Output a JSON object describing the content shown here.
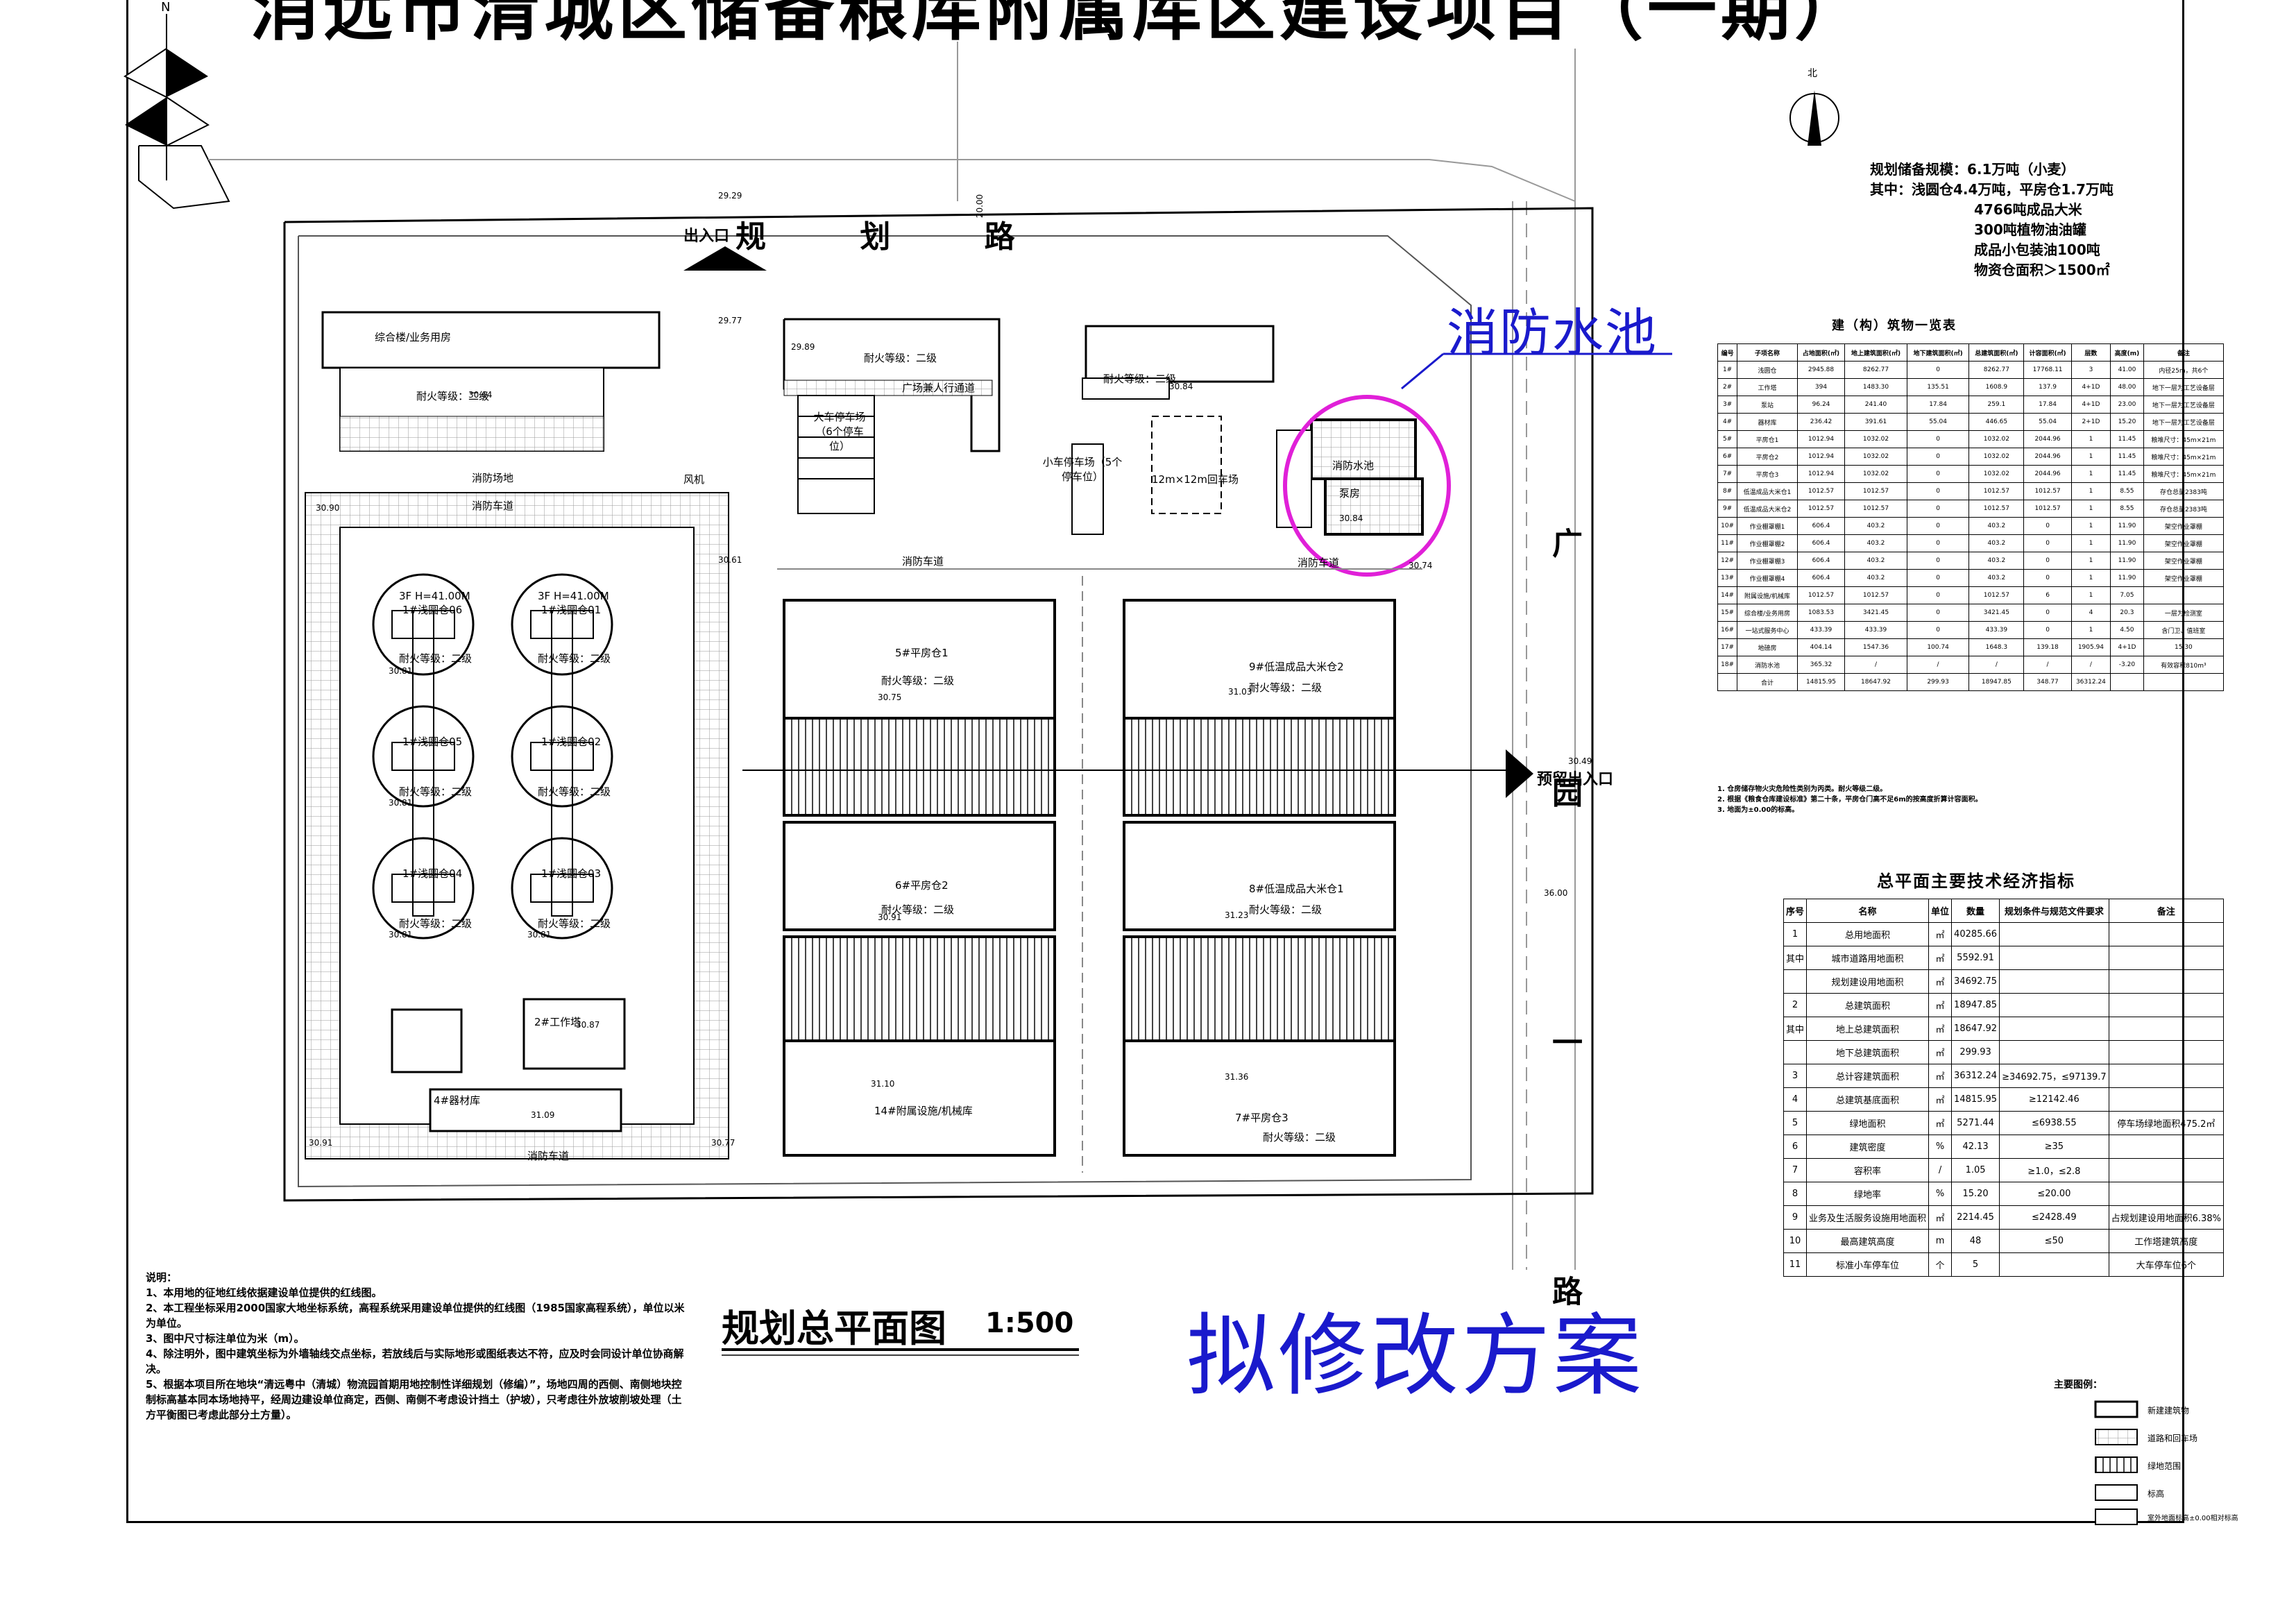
{
  "document": {
    "title_cut": "消远市清城区储备粮库附属库区建设项目（一期）",
    "north_label": "N",
    "north_small": "北"
  },
  "capacity_notes": [
    "规划储备规模：6.1万吨（小麦）",
    "其中：浅圆仓4.4万吨，平房仓1.7万吨",
    "4766吨成品大米",
    "300吨植物油油罐",
    "成品小包装油100吨",
    "物资仓面积＞1500㎡"
  ],
  "roads": {
    "top": "规 划 路",
    "right": "广 园 一 路",
    "entrance_top": "出入口",
    "entrance_right": "预留出入口"
  },
  "callouts": {
    "fire_pool": "消防水池",
    "draft_plan": "拟修改方案",
    "plan_title": "规划总平面图",
    "plan_scale": "1:500"
  },
  "plan_labels": {
    "fire_lane": "消防车道",
    "fire_site": "消防场地",
    "fire_level": "耐火等级：二级",
    "parking_large": "大车停车场（6个停车位）",
    "parking_small": "小车停车场（5个停车位）",
    "plaza": "广场兼人行通道",
    "loop": "12m×12m回车场",
    "silo_01": "1#浅圆仓01",
    "silo_02": "1#浅圆仓02",
    "silo_03": "1#浅圆仓03",
    "silo_04": "1#浅圆仓04",
    "silo_05": "1#浅圆仓05",
    "silo_06": "1#浅圆仓06",
    "silo_height": "3F H=41.00M",
    "wh_5": "5#平房仓1",
    "wh_6": "6#平房仓2",
    "wh_7": "7#平房仓3",
    "wh_8": "8#低温成品大米仓1",
    "wh_9": "9#低温成品大米仓2",
    "wh_14": "14#附属设施/机械库",
    "bld_office": "综合楼/业务用房",
    "bld_2": "2#工作塔",
    "bld_4": "4#器材库",
    "bld_pool": "消防水池",
    "bld_pump": "泵房",
    "fan": "风机",
    "elev": [
      "29.29",
      "20.00",
      "29.77",
      "29.89",
      "30.84",
      "30.64",
      "30.90",
      "30.61",
      "30.74",
      "30.75",
      "31.03",
      "30.81",
      "30.81",
      "30.81",
      "30.81",
      "30.87",
      "31.09",
      "30.77",
      "30.91",
      "30.91",
      "31.23",
      "31.10",
      "31.36",
      "30.49",
      "36.00",
      "30.84"
    ]
  },
  "building_table": {
    "title": "建（构）筑物一览表",
    "headers": [
      "编号",
      "子项名称",
      "占地面积(㎡)",
      "地上建筑面积(㎡)",
      "地下建筑面积(㎡)",
      "总建筑面积(㎡)",
      "计容面积(㎡)",
      "层数",
      "高度(m)",
      "备注"
    ],
    "rows": [
      [
        "1#",
        "浅圆仓",
        "2945.88",
        "8262.77",
        "0",
        "8262.77",
        "17768.11",
        "3",
        "41.00",
        "内径25m，共6个"
      ],
      [
        "2#",
        "工作塔",
        "394",
        "1483.30",
        "135.51",
        "1608.9",
        "137.9",
        "4+1D",
        "48.00",
        "地下一层为工艺设备层"
      ],
      [
        "3#",
        "泵站",
        "96.24",
        "241.40",
        "17.84",
        "259.1",
        "17.84",
        "4+1D",
        "23.00",
        "地下一层为工艺设备层"
      ],
      [
        "4#",
        "器材库",
        "236.42",
        "391.61",
        "55.04",
        "446.65",
        "55.04",
        "2+1D",
        "15.20",
        "地下一层为工艺设备层"
      ],
      [
        "5#",
        "平房仓1",
        "1012.94",
        "1032.02",
        "0",
        "1032.02",
        "2044.96",
        "1",
        "11.45",
        "粮堆尺寸：45m×21m"
      ],
      [
        "6#",
        "平房仓2",
        "1012.94",
        "1032.02",
        "0",
        "1032.02",
        "2044.96",
        "1",
        "11.45",
        "粮堆尺寸：45m×21m"
      ],
      [
        "7#",
        "平房仓3",
        "1012.94",
        "1032.02",
        "0",
        "1032.02",
        "2044.96",
        "1",
        "11.45",
        "粮堆尺寸：45m×21m"
      ],
      [
        "8#",
        "低温成品大米仓1",
        "1012.57",
        "1012.57",
        "0",
        "1012.57",
        "1012.57",
        "1",
        "8.55",
        "存仓总量2383吨"
      ],
      [
        "9#",
        "低温成品大米仓2",
        "1012.57",
        "1012.57",
        "0",
        "1012.57",
        "1012.57",
        "1",
        "8.55",
        "存仓总量2383吨"
      ],
      [
        "10#",
        "作业棚罩棚1",
        "606.4",
        "403.2",
        "0",
        "403.2",
        "0",
        "1",
        "11.90",
        "架空作业罩棚"
      ],
      [
        "11#",
        "作业棚罩棚2",
        "606.4",
        "403.2",
        "0",
        "403.2",
        "0",
        "1",
        "11.90",
        "架空作业罩棚"
      ],
      [
        "12#",
        "作业棚罩棚3",
        "606.4",
        "403.2",
        "0",
        "403.2",
        "0",
        "1",
        "11.90",
        "架空作业罩棚"
      ],
      [
        "13#",
        "作业棚罩棚4",
        "606.4",
        "403.2",
        "0",
        "403.2",
        "0",
        "1",
        "11.90",
        "架空作业罩棚"
      ],
      [
        "14#",
        "附属设施/机械库",
        "1012.57",
        "1012.57",
        "0",
        "1012.57",
        "6",
        "1",
        "7.05",
        ""
      ],
      [
        "15#",
        "综合楼/业务用房",
        "1083.53",
        "3421.45",
        "0",
        "3421.45",
        "0",
        "4",
        "20.3",
        "一层为检测室"
      ],
      [
        "16#",
        "一站式服务中心",
        "433.39",
        "433.39",
        "0",
        "433.39",
        "0",
        "1",
        "4.50",
        "含门卫、值班室"
      ],
      [
        "17#",
        "地磅房",
        "404.14",
        "1547.36",
        "100.74",
        "1648.3",
        "139.18",
        "1905.94",
        "4+1D",
        "15.30"
      ],
      [
        "18#",
        "消防水池",
        "365.32",
        "/",
        "/",
        "/",
        "/",
        "/",
        "-3.20",
        "有效容积810m³"
      ],
      [
        "",
        "合计",
        "14815.95",
        "18647.92",
        "299.93",
        "18947.85",
        "348.77",
        "36312.24",
        "",
        ""
      ]
    ],
    "notes": [
      "1. 仓房储存物火灾危险性类别为丙类。耐火等级二级。",
      "2. 根据《粮食仓库建设标准》第二十条，平房仓门高不足6m的按高度折算计容面积。",
      "3. 地面为±0.00的标高。"
    ]
  },
  "tech_table": {
    "title": "总平面主要技术经济指标",
    "headers": [
      "序号",
      "名称",
      "单位",
      "数量",
      "规划条件与规范文件要求",
      "备注"
    ],
    "rows": [
      [
        "1",
        "总用地面积",
        "㎡",
        "40285.66",
        "",
        ""
      ],
      [
        "其中",
        "城市道路用地面积",
        "㎡",
        "5592.91",
        "",
        ""
      ],
      [
        "",
        "规划建设用地面积",
        "㎡",
        "34692.75",
        "",
        ""
      ],
      [
        "2",
        "总建筑面积",
        "㎡",
        "18947.85",
        "",
        ""
      ],
      [
        "其中",
        "地上总建筑面积",
        "㎡",
        "18647.92",
        "",
        ""
      ],
      [
        "",
        "地下总建筑面积",
        "㎡",
        "299.93",
        "",
        ""
      ],
      [
        "3",
        "总计容建筑面积",
        "㎡",
        "36312.24",
        "≥34692.75，≤97139.7",
        ""
      ],
      [
        "4",
        "总建筑基底面积",
        "㎡",
        "14815.95",
        "≥12142.46",
        ""
      ],
      [
        "5",
        "绿地面积",
        "㎡",
        "5271.44",
        "≤6938.55",
        "停车场绿地面积475.2㎡"
      ],
      [
        "6",
        "建筑密度",
        "%",
        "42.13",
        "≥35",
        ""
      ],
      [
        "7",
        "容积率",
        "/",
        "1.05",
        "≥1.0，≤2.8",
        ""
      ],
      [
        "8",
        "绿地率",
        "%",
        "15.20",
        "≤20.00",
        ""
      ],
      [
        "9",
        "业务及生活服务设施用地面积",
        "㎡",
        "2214.45",
        "≤2428.49",
        "占规划建设用地面积6.38%"
      ],
      [
        "10",
        "最高建筑高度",
        "m",
        "48",
        "≤50",
        "工作塔建筑高度"
      ],
      [
        "11",
        "标准小车停车位",
        "个",
        "5",
        "",
        "大车停车位6个"
      ]
    ]
  },
  "general_notes": {
    "heading": "说明：",
    "lines": [
      "1、本用地的征地红线依据建设单位提供的红线图。",
      "2、本工程坐标采用2000国家大地坐标系统，高程系统采用建设单位提供的红线图（1985国家高程系统），单位以米为单位。",
      "3、图中尺寸标注单位为米（m）。",
      "4、除注明外，图中建筑坐标为外墙轴线交点坐标，若放线后与实际地形或图纸表达不符，应及时会同设计单位协商解决。",
      "5、根据本项目所在地块“清远粤中（清城）物流园首期用地控制性详细规划（修编）”，场地四周的西侧、南侧地块控制标高基本同本场地持平，经周边建设单位商定，西侧、南侧不考虑设计挡土（护坡），只考虑往外放坡削坡处理（土方平衡图已考虑此部分土方量）。"
    ]
  },
  "legend": {
    "title": "主要图例：",
    "items": [
      "新建建筑物",
      "道路和回车场",
      "绿地范围",
      "标高",
      "室外地面标高±0.00相对标高"
    ]
  },
  "colors": {
    "callout_magenta": "#e020d8",
    "callout_blue": "#1a1acc",
    "hatch": "#555555"
  }
}
